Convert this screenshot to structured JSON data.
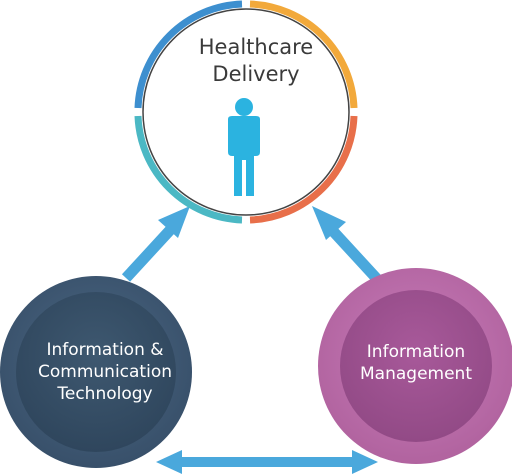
{
  "diagram": {
    "center_node": {
      "title_line1": "Healthcare",
      "title_line2": "Delivery",
      "icon": "person-icon",
      "ring_colors": [
        "#f2a93b",
        "#e86f4a",
        "#4bb8c4",
        "#3d8fcf"
      ],
      "icon_color": "#2bb3e0"
    },
    "left_node": {
      "label_line1": "Information &",
      "label_line2": "Communication",
      "label_line3": "Technology",
      "color": "#3f5a73"
    },
    "right_node": {
      "label_line1": "Information",
      "label_line2": "Management",
      "color": "#b86aa8"
    },
    "arrow_color": "#4aa8dc"
  }
}
